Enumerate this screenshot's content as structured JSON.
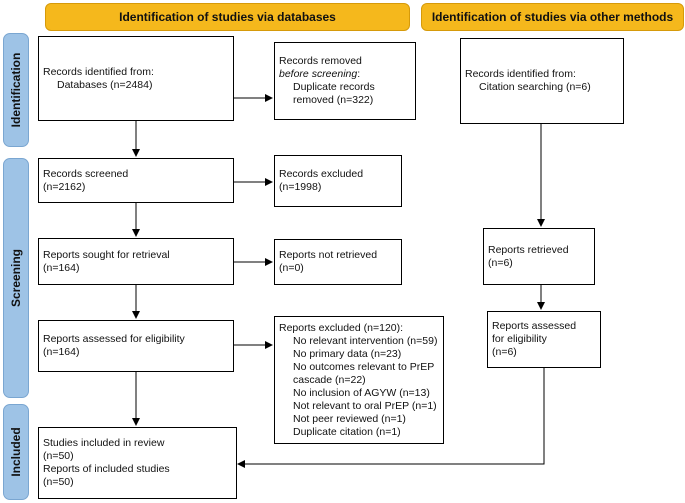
{
  "banners": {
    "databases": "Identification of studies via databases",
    "other": "Identification of studies via other methods"
  },
  "phases": {
    "identification": "Identification",
    "screening": "Screening",
    "included": "Included"
  },
  "boxes": {
    "identified": {
      "l1": "Records identified from:",
      "l2": "Databases (n=2484)"
    },
    "removed": {
      "l1": "Records removed",
      "l2": "before screening",
      "l2b": ":",
      "l3": "Duplicate records",
      "l4": "removed (n=322)"
    },
    "screened": {
      "l1": "Records screened",
      "l2": "(n=2162)"
    },
    "excluded": {
      "l1": "Records excluded",
      "l2": "(n=1998)"
    },
    "sought": {
      "l1": "Reports sought for retrieval",
      "l2": "(n=164)"
    },
    "not_retrieved": {
      "l1": "Reports not retrieved",
      "l2": "(n=0)"
    },
    "assessed": {
      "l1": "Reports assessed for eligibility",
      "l2": "(n=164)"
    },
    "reports_excluded": {
      "title": "Reports excluded (n=120):",
      "items": [
        "No relevant intervention (n=59)",
        "No primary data (n=23)",
        "No outcomes relevant to PrEP",
        "cascade (n=22)",
        "No inclusion of AGYW (n=13)",
        "Not relevant to oral PrEP (n=1)",
        "Not peer reviewed (n=1)",
        "Duplicate citation (n=1)"
      ]
    },
    "included": {
      "l1": "Studies included in review",
      "l2": "(n=50)",
      "l3": "Reports of included studies",
      "l4": "(n=50)"
    },
    "other_identified": {
      "l1": "Records identified from:",
      "l2": "Citation searching (n=6)"
    },
    "other_retrieved": {
      "l1": "Reports retrieved",
      "l2": "(n=6)"
    },
    "other_assessed": {
      "l1": "Reports assessed",
      "l2": "for eligibility",
      "l3": "(n=6)"
    }
  }
}
